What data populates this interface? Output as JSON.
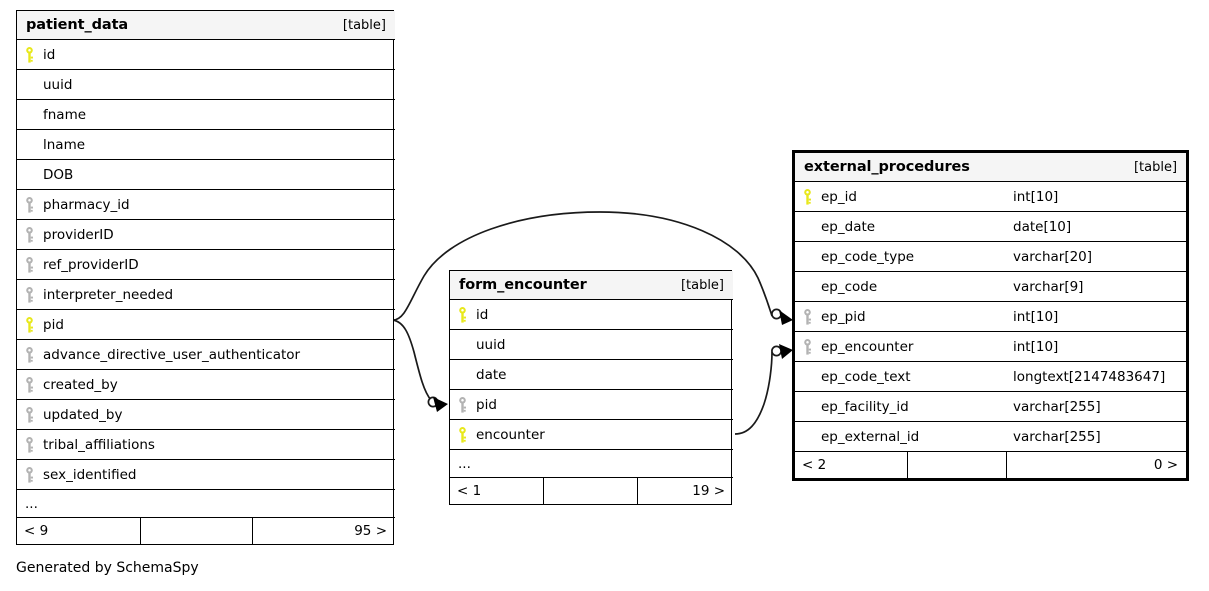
{
  "diagram": {
    "caption": "Generated by SchemaSpy",
    "table_tag": "[table]",
    "ellipsis": "...",
    "key_icon_primary": "key-icon-primary",
    "key_icon_foreign": "key-icon-foreign",
    "colors": {
      "primary_key": "#e8e81c",
      "foreign_key": "#b3b3b3",
      "header_bg": "#f5f5f5",
      "border": "#000000",
      "background": "#ffffff"
    }
  },
  "tables": {
    "patient_data": {
      "name": "patient_data",
      "tag": "[table]",
      "columns": [
        {
          "name": "id",
          "key": "primary",
          "type": ""
        },
        {
          "name": "uuid",
          "key": "none",
          "type": ""
        },
        {
          "name": "fname",
          "key": "none",
          "type": ""
        },
        {
          "name": "lname",
          "key": "none",
          "type": ""
        },
        {
          "name": "DOB",
          "key": "none",
          "type": ""
        },
        {
          "name": "pharmacy_id",
          "key": "foreign",
          "type": ""
        },
        {
          "name": "providerID",
          "key": "foreign",
          "type": ""
        },
        {
          "name": "ref_providerID",
          "key": "foreign",
          "type": ""
        },
        {
          "name": "interpreter_needed",
          "key": "foreign",
          "type": ""
        },
        {
          "name": "pid",
          "key": "primary",
          "type": ""
        },
        {
          "name": "advance_directive_user_authenticator",
          "key": "foreign",
          "type": ""
        },
        {
          "name": "created_by",
          "key": "foreign",
          "type": ""
        },
        {
          "name": "updated_by",
          "key": "foreign",
          "type": ""
        },
        {
          "name": "tribal_affiliations",
          "key": "foreign",
          "type": ""
        },
        {
          "name": "sex_identified",
          "key": "foreign",
          "type": ""
        }
      ],
      "more_indicator": "...",
      "footer": {
        "left": "< 9",
        "middle": "",
        "right": "95 >"
      }
    },
    "form_encounter": {
      "name": "form_encounter",
      "tag": "[table]",
      "columns": [
        {
          "name": "id",
          "key": "primary",
          "type": ""
        },
        {
          "name": "uuid",
          "key": "none",
          "type": ""
        },
        {
          "name": "date",
          "key": "none",
          "type": ""
        },
        {
          "name": "pid",
          "key": "foreign",
          "type": ""
        },
        {
          "name": "encounter",
          "key": "primary",
          "type": ""
        }
      ],
      "more_indicator": "...",
      "footer": {
        "left": "< 1",
        "middle": "",
        "right": "19 >"
      }
    },
    "external_procedures": {
      "name": "external_procedures",
      "tag": "[table]",
      "columns": [
        {
          "name": "ep_id",
          "key": "primary",
          "type": "int[10]"
        },
        {
          "name": "ep_date",
          "key": "none",
          "type": "date[10]"
        },
        {
          "name": "ep_code_type",
          "key": "none",
          "type": "varchar[20]"
        },
        {
          "name": "ep_code",
          "key": "none",
          "type": "varchar[9]"
        },
        {
          "name": "ep_pid",
          "key": "foreign",
          "type": "int[10]"
        },
        {
          "name": "ep_encounter",
          "key": "foreign",
          "type": "int[10]"
        },
        {
          "name": "ep_code_text",
          "key": "none",
          "type": "longtext[2147483647]"
        },
        {
          "name": "ep_facility_id",
          "key": "none",
          "type": "varchar[255]"
        },
        {
          "name": "ep_external_id",
          "key": "none",
          "type": "varchar[255]"
        }
      ],
      "more_indicator": "",
      "footer": {
        "left": "< 2",
        "middle": "",
        "right": "0 >"
      }
    }
  },
  "relationships": [
    {
      "from_table": "patient_data",
      "from_column": "pid",
      "to_table": "form_encounter",
      "to_column": "pid"
    },
    {
      "from_table": "patient_data",
      "from_column": "pid",
      "to_table": "external_procedures",
      "to_column": "ep_pid"
    },
    {
      "from_table": "form_encounter",
      "from_column": "encounter",
      "to_table": "external_procedures",
      "to_column": "ep_encounter"
    }
  ]
}
